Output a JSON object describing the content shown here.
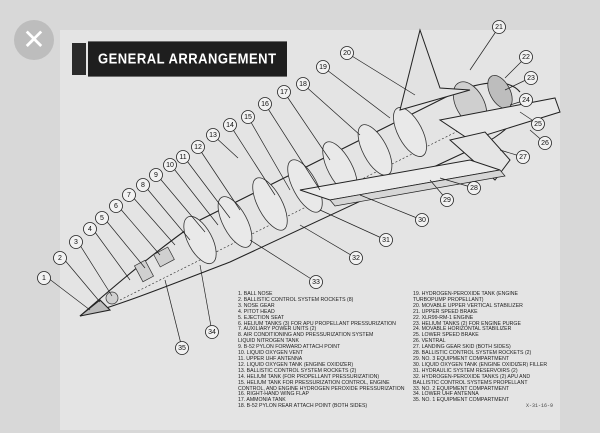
{
  "title": "GENERAL ARRANGEMENT",
  "close_icon": "close-icon",
  "drawing_code": "X-31-16-9",
  "callouts": [
    {
      "n": "1"
    },
    {
      "n": "2"
    },
    {
      "n": "3"
    },
    {
      "n": "4"
    },
    {
      "n": "5"
    },
    {
      "n": "6"
    },
    {
      "n": "7"
    },
    {
      "n": "8"
    },
    {
      "n": "9"
    },
    {
      "n": "10"
    },
    {
      "n": "11"
    },
    {
      "n": "12"
    },
    {
      "n": "13"
    },
    {
      "n": "14"
    },
    {
      "n": "15"
    },
    {
      "n": "16"
    },
    {
      "n": "17"
    },
    {
      "n": "18"
    },
    {
      "n": "19"
    },
    {
      "n": "20"
    },
    {
      "n": "21"
    },
    {
      "n": "22"
    },
    {
      "n": "23"
    },
    {
      "n": "24"
    },
    {
      "n": "25"
    },
    {
      "n": "26"
    },
    {
      "n": "27"
    },
    {
      "n": "28"
    },
    {
      "n": "29"
    },
    {
      "n": "30"
    },
    {
      "n": "31"
    },
    {
      "n": "32"
    },
    {
      "n": "33"
    },
    {
      "n": "34"
    },
    {
      "n": "35"
    }
  ],
  "legend_left": [
    "1. BALL NOSE",
    "2. BALLISTIC CONTROL SYSTEM ROCKETS (8)",
    "3. NOSE GEAR",
    "4. PITOT HEAD",
    "5. EJECTION SEAT",
    "6. HELIUM TANKS (3) FOR APU PROPELLANT PRESSURIZATION",
    "7. AUXILIARY POWER UNITS (2)",
    "8. AIR CONDITIONING AND PRESSURIZATION SYSTEM",
    "    LIQUID NITROGEN TANK",
    "9. B-52 PYLON FORWARD ATTACH POINT",
    "10. LIQUID OXYGEN VENT",
    "11. UPPER UHF ANTENNA",
    "12. LIQUID OXYGEN TANK (ENGINE OXIDIZER)",
    "13. BALLISTIC CONTROL SYSTEM ROCKETS (2)",
    "14. HELIUM TANK (FOR PROPELLANT PRESSURIZATION)",
    "15. HELIUM TANK FOR PRESSURIZATION CONTROL, ENGINE",
    "    CONTROL, AND ENGINE HYDROGEN PEROXIDE PRESSURIZATION",
    "16. RIGHT-HAND WING FLAP",
    "17. AMMONIA TANK",
    "18. B-52 PYLON REAR ATTACH POINT (BOTH SIDES)"
  ],
  "legend_right": [
    "19. HYDROGEN-PEROXIDE TANK (ENGINE",
    "    TURBOPUMP PROPELLANT)",
    "20. MOVABLE UPPER VERTICAL STABILIZER",
    "21. UPPER SPEED BRAKE",
    "22. XLR99-RM-1 ENGINE",
    "23. HELIUM TANKS (2) FOR ENGINE PURGE",
    "24. MOVABLE HORIZONTAL STABILIZER",
    "25. LOWER SPEED BRAKE",
    "26. VENTRAL",
    "27. LANDING GEAR SKID (BOTH SIDES)",
    "28. BALLISTIC CONTROL SYSTEM ROCKETS (2)",
    "29. NO. 3 EQUIPMENT COMPARTMENT",
    "30. LIQUID OXYGEN TANK (ENGINE OXIDIZER) FILLER",
    "31. HYDRAULIC SYSTEM RESERVOIRS (2)",
    "32. HYDROGEN-PEROXIDE TANKS (2) APU AND",
    "    BALLISTIC CONTROL SYSTEMS PROPELLANT",
    "33. NO. 2 EQUIPMENT COMPARTMENT",
    "34. LOWER UHF ANTENNA",
    "35. NO. 1 EQUIPMENT COMPARTMENT"
  ]
}
